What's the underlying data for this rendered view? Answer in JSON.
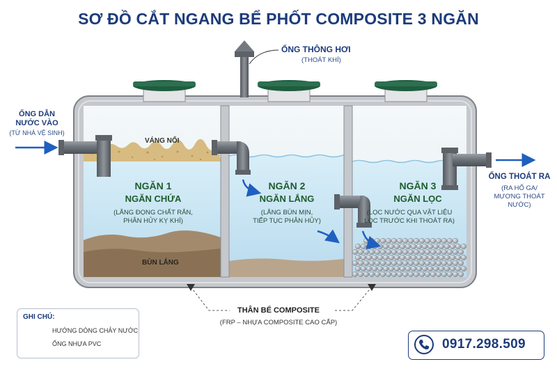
{
  "title": "SƠ ĐỒ CẮT NGANG BỂ PHỐT COMPOSITE 3 NGĂN",
  "vent": {
    "label": "ỐNG THÔNG HƠI",
    "sub": "(THOÁT KHÍ)"
  },
  "inlet": {
    "line1": "ỐNG DẪN",
    "line2": "NƯỚC VÀO",
    "sub": "(TỪ NHÀ VỆ SINH)"
  },
  "outlet": {
    "label": "ỐNG THOÁT RA",
    "sub1": "(RA HỐ GA/",
    "sub2": "MƯƠNG THOÁT NƯỚC)"
  },
  "chamber1": {
    "title": "NGĂN 1",
    "name": "NGĂN CHỨA",
    "desc1": "(LẮNG ĐỌNG CHẤT RẮN,",
    "desc2": "PHÂN HỦY KỴ KHÍ)",
    "scum": "VÁNG NỔI",
    "sludge": "BÙN LẮNG"
  },
  "chamber2": {
    "title": "NGĂN 2",
    "name": "NGĂN LẮNG",
    "desc1": "(LẮNG BÙN MỊN,",
    "desc2": "TIẾP TỤC PHÂN HỦY)"
  },
  "chamber3": {
    "title": "NGĂN 3",
    "name": "NGĂN LỌC",
    "desc1": "(LỌC NƯỚC QUA VẬT LIỆU",
    "desc2": "LỌC TRƯỚC KHI THOÁT RA)"
  },
  "body": {
    "label": "THÂN BỂ COMPOSITE",
    "sub": "(FRP – NHỰA COMPOSITE CAO CẤP)"
  },
  "legend": {
    "title": "GHI CHÚ:",
    "flow": "HƯỚNG DÒNG CHẢY NƯỚC",
    "pipe": "ỐNG NHỰA PVC"
  },
  "contact": {
    "phone": "0917.298.509"
  },
  "colors": {
    "navy": "#1d3b7a",
    "water": "#c9e4f2",
    "tank": "#c5c8cc",
    "lid": "#1f5c3d",
    "arrow": "#1f5fbf"
  }
}
